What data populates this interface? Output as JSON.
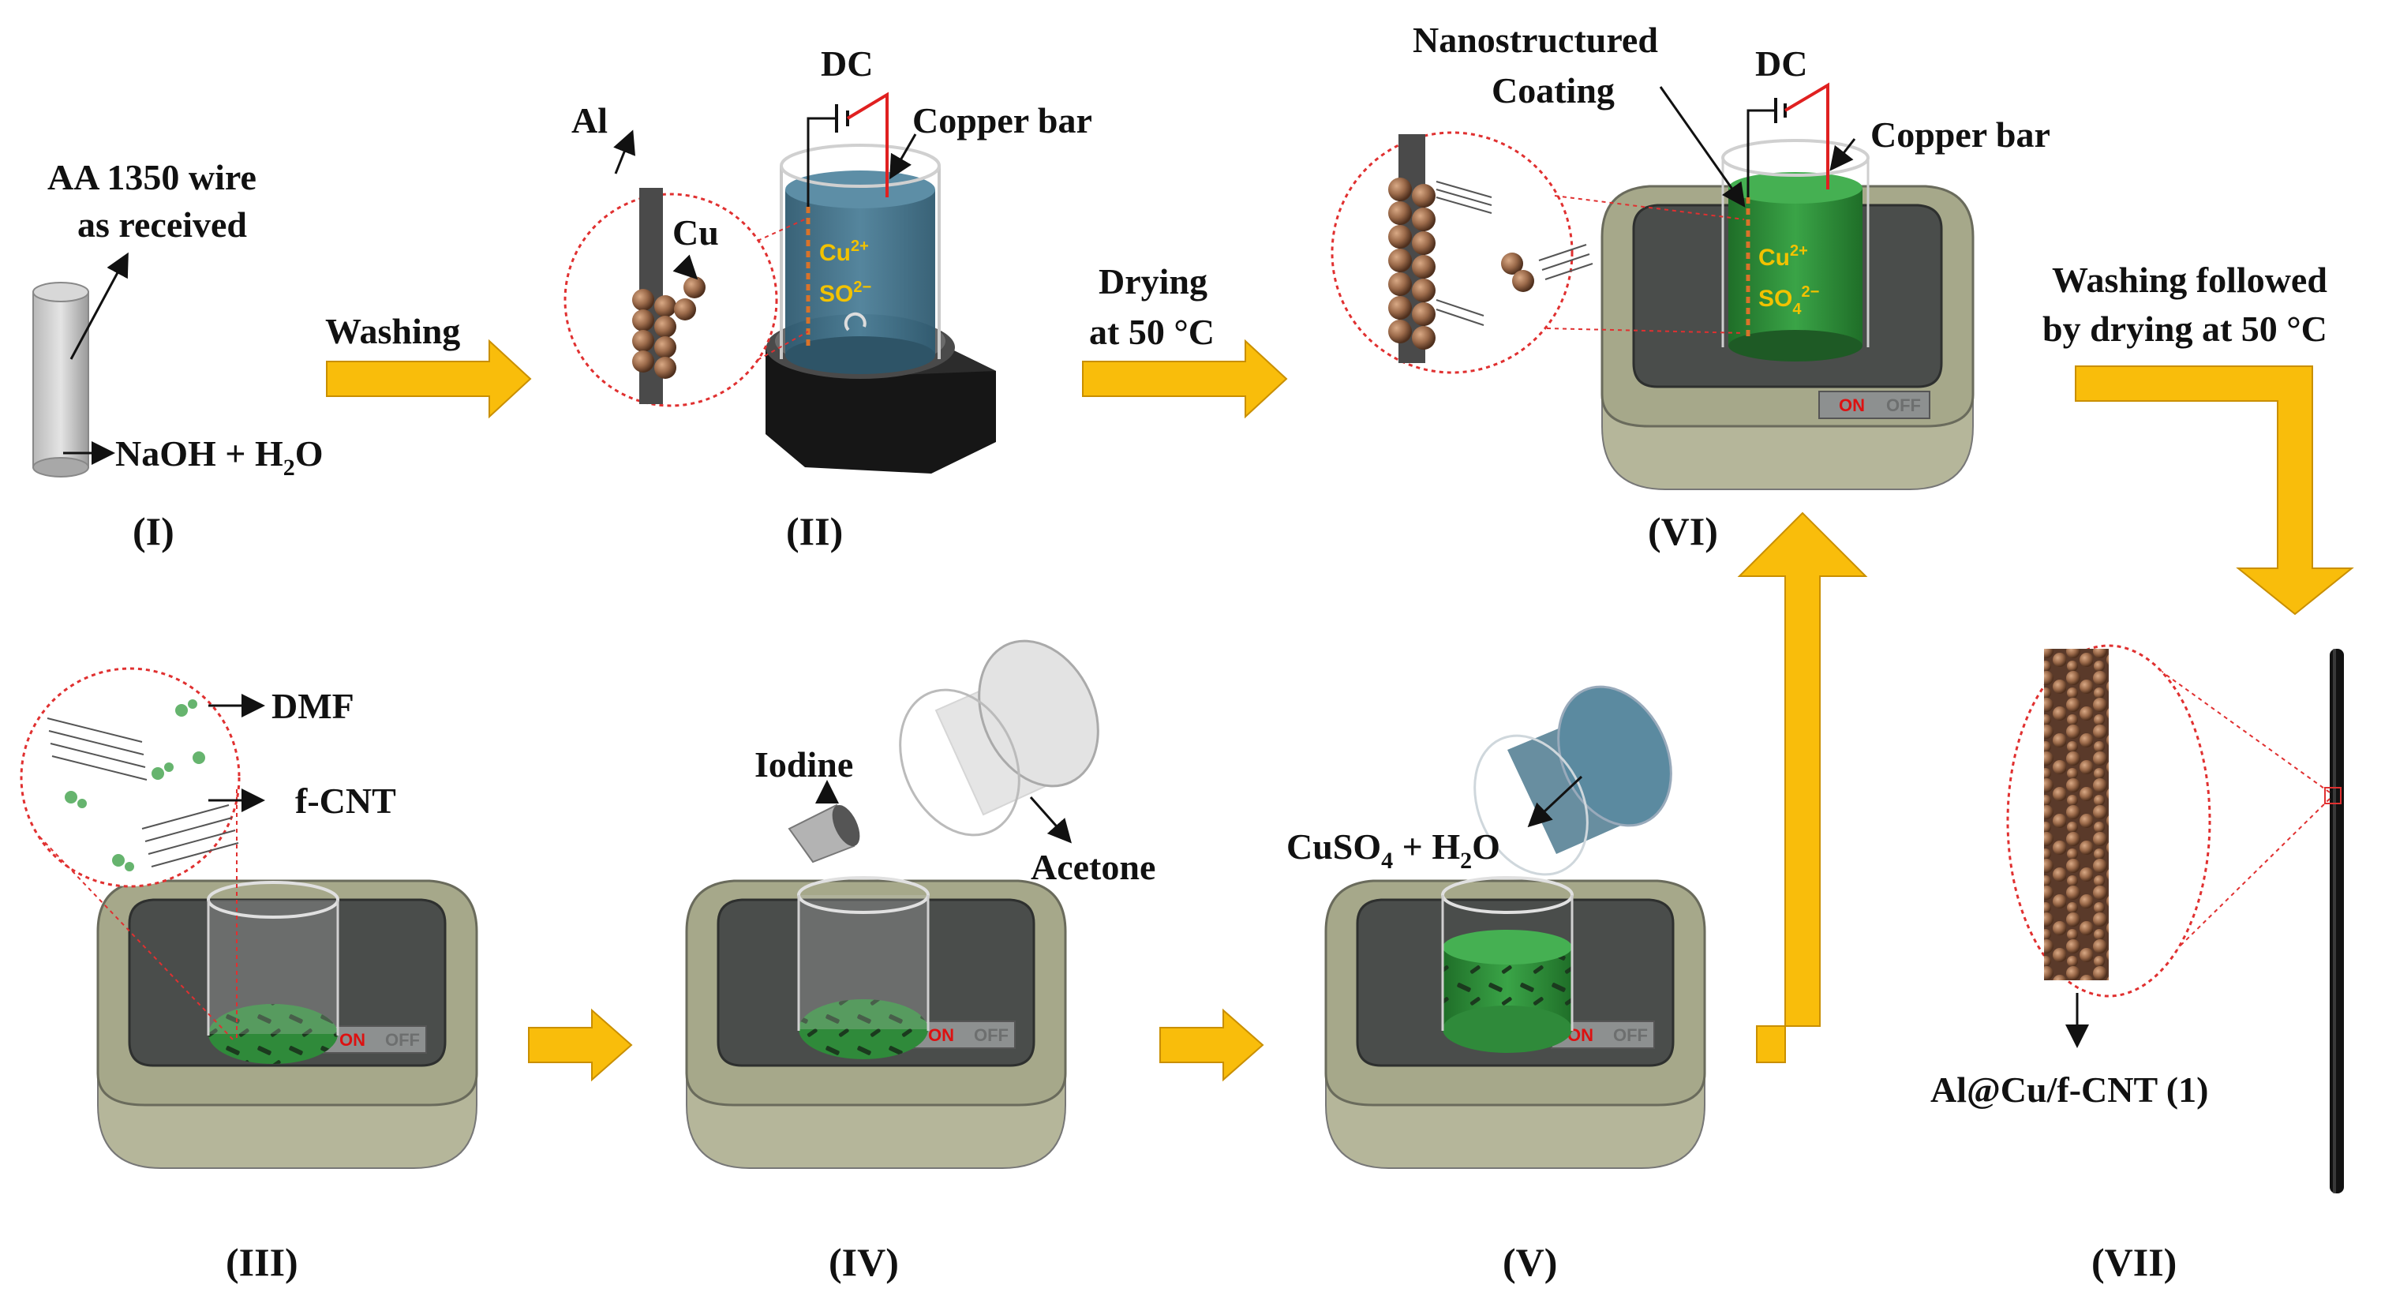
{
  "labels": {
    "wire": "AA 1350 wire",
    "as_received": "as received",
    "naoh": "NaOH + H",
    "naoh_sub": "2",
    "naoh_end": "O",
    "al": "Al",
    "cu": "Cu",
    "dc_left": "DC",
    "copper_bar_left": "Copper bar",
    "washing": "Washing",
    "drying": "Drying",
    "drying_temp": "at 50 °C",
    "nanostructured": "Nanostructured",
    "coating": "Coating",
    "dc_right": "DC",
    "copper_bar_right": "Copper bar",
    "washing_followed": "Washing followed",
    "by_drying": "by drying at 50 °C",
    "dmf": "DMF",
    "fcnt": "f-CNT",
    "iodine": "Iodine",
    "acetone": "Acetone",
    "cuso4": "CuSO",
    "cuso4_sub": "4",
    "cuso4_mid": " + H",
    "cuso4_sub2": "2",
    "cuso4_end": "O",
    "product": "Al@Cu/f-CNT (1)",
    "ion_cu": "Cu",
    "ion_cu_sup": "2+",
    "ion_so": "SO",
    "ion_so_sub": "4",
    "ion_so_sup": "2−",
    "panel_on": "ON",
    "panel_off": "OFF"
  },
  "steps": {
    "s1": "(I)",
    "s2": "(II)",
    "s3": "(III)",
    "s4": "(IV)",
    "s5": "(V)",
    "s6": "(VI)",
    "s7": "(VII)"
  },
  "colors": {
    "arrow": "#f9bd0b",
    "arrow_edge": "#c98f00",
    "bath_body": "#b5b69a",
    "bath_top": "#a6a88a",
    "bath_inner": "#4a4d4b",
    "solution_blue": "#3d6e86",
    "solution_green": "#2f8a3a",
    "copper": "#9b6a4a",
    "lead_red": "#e02020"
  }
}
